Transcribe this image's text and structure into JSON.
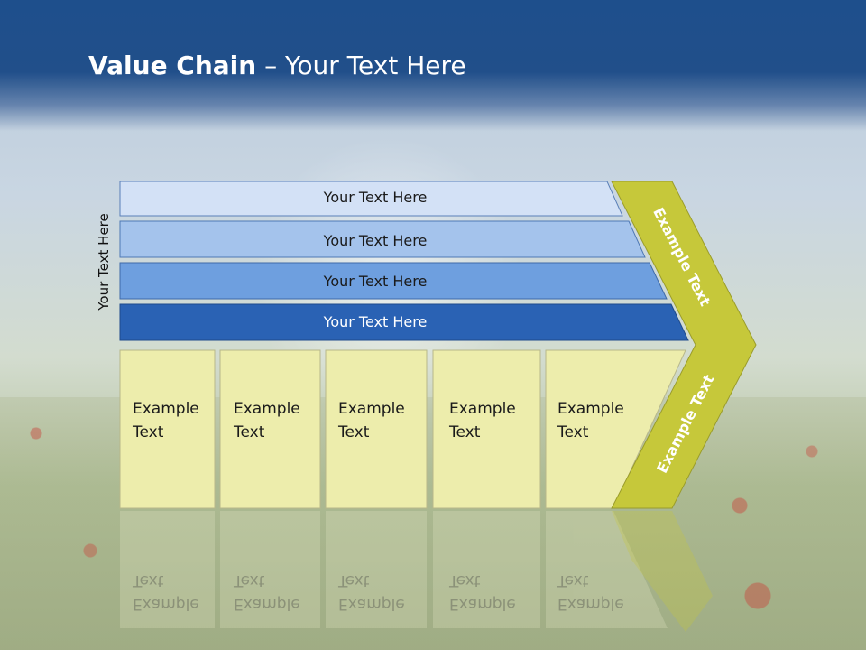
{
  "header": {
    "title_bold": "Value Chain",
    "title_rest": " – Your Text Here"
  },
  "side_label": "Your Text Here",
  "bars": [
    {
      "label": "Your Text Here"
    },
    {
      "label": "Your Text Here"
    },
    {
      "label": "Your Text Here"
    },
    {
      "label": "Your Text Here"
    }
  ],
  "cards": [
    {
      "line1": "Example",
      "line2": "Text"
    },
    {
      "line1": "Example",
      "line2": "Text"
    },
    {
      "line1": "Example",
      "line2": "Text"
    },
    {
      "line1": "Example",
      "line2": "Text"
    },
    {
      "line1": "Example",
      "line2": "Text"
    }
  ],
  "chevron": {
    "top_label": "Example Text",
    "bottom_label": "Example Text"
  },
  "colors": {
    "header": "#1e4f8c",
    "bar1": "#d3e1f6",
    "bar2": "#a4c3ec",
    "bar3": "#6e9fdf",
    "bar4": "#2a62b4",
    "card": "#ededac",
    "chevron": "#c6c83a"
  }
}
